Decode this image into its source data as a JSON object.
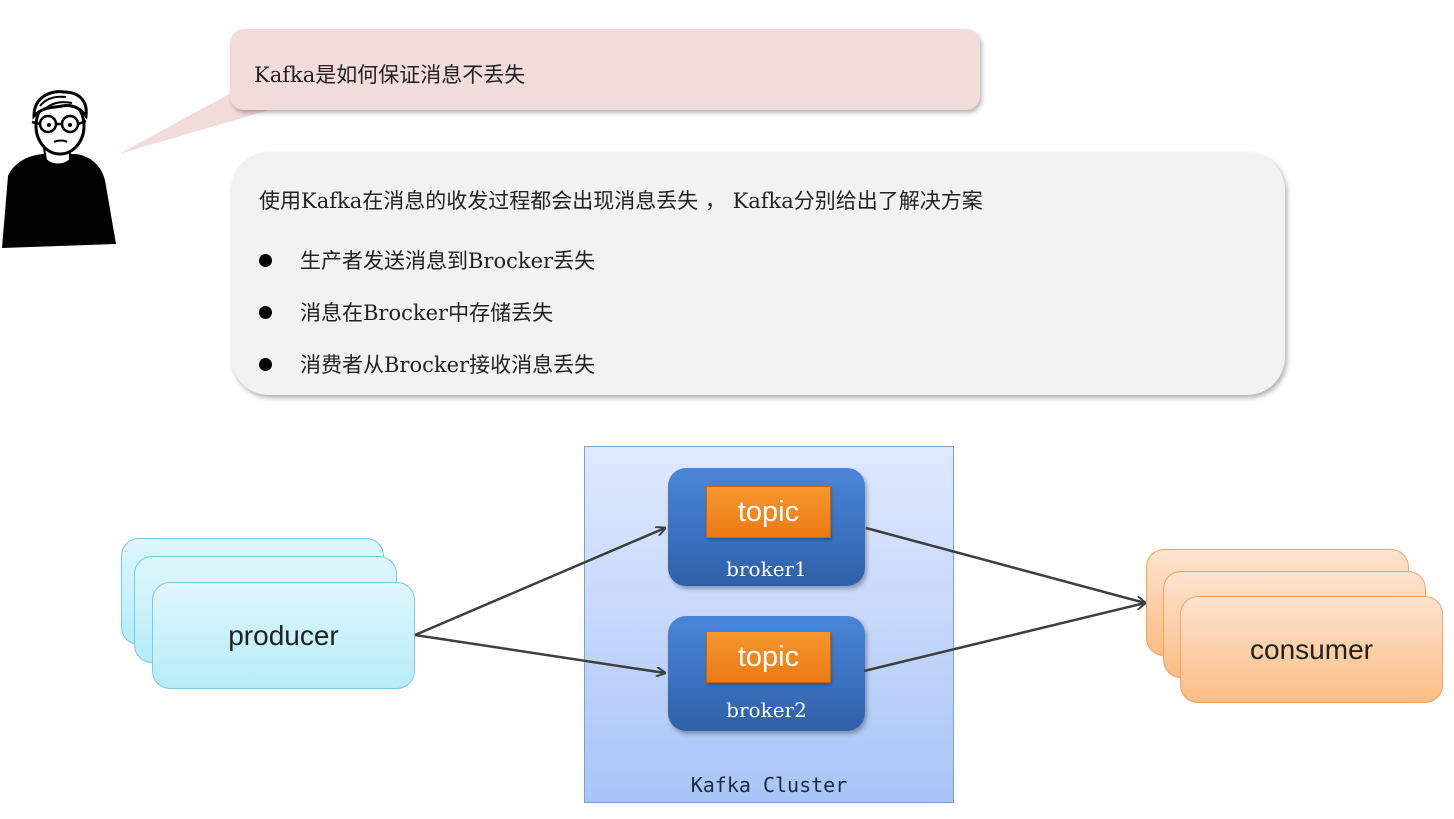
{
  "question": {
    "text": "Kafka是如何保证消息不丢失"
  },
  "answer": {
    "intro": "使用Kafka在消息的收发过程都会出现消息丢失 ， Kafka分别给出了解决方案",
    "items": [
      {
        "text": "生产者发送消息到Brocker丢失"
      },
      {
        "text": "消息在Brocker中存储丢失"
      },
      {
        "text": "消费者从Brocker接收消息丢失"
      }
    ]
  },
  "diagram": {
    "producer_label": "producer",
    "consumer_label": "consumer",
    "cluster_label": "Kafka Cluster",
    "brokers": [
      {
        "topic": "topic",
        "name": "broker1"
      },
      {
        "topic": "topic",
        "name": "broker2"
      }
    ]
  },
  "colors": {
    "question_bg": "#f2dcdb",
    "answer_bg": "#f2f2f2",
    "broker": "#3b72c1",
    "topic": "#ec7a14",
    "producer": "#b6ecf8",
    "consumer": "#fbbd84",
    "cluster": "#c5d7fb"
  }
}
